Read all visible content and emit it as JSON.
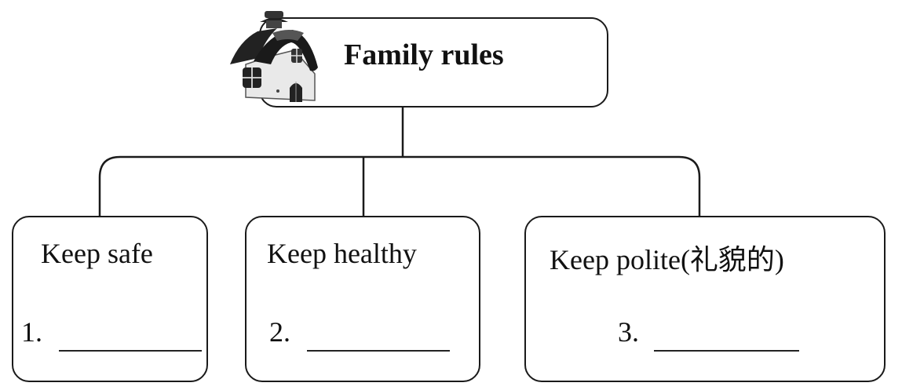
{
  "title": "Family rules",
  "categories": [
    {
      "heading": "Keep safe",
      "number": "1."
    },
    {
      "heading": "Keep healthy",
      "number": "2."
    },
    {
      "heading": "Keep polite(礼貌的)",
      "number": "3."
    }
  ],
  "icon": "house-icon"
}
